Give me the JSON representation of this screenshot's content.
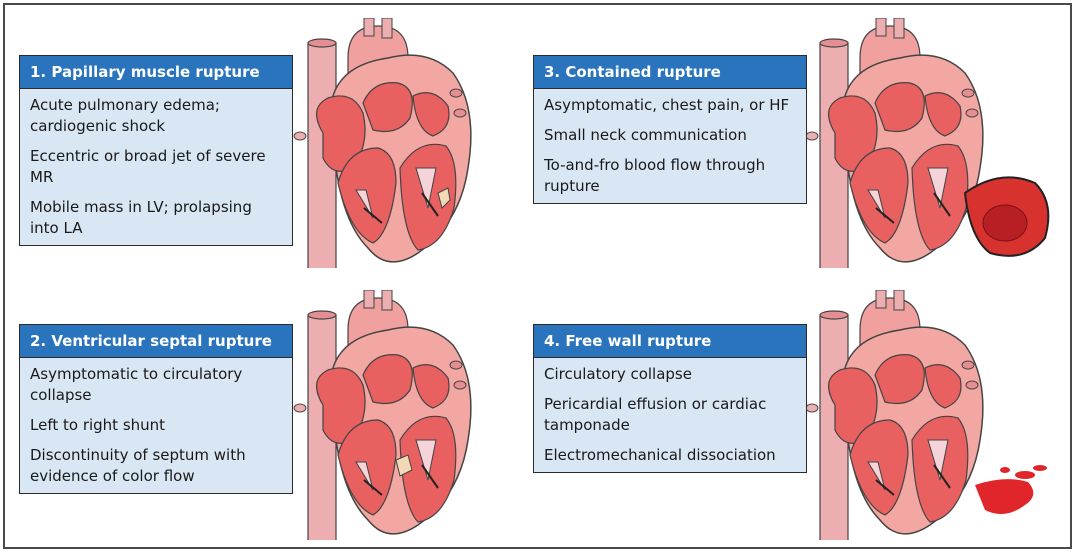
{
  "colors": {
    "header": "#2a74bd",
    "card_bg": "#d9e6f3",
    "heart_outer": "#f2a7a3",
    "heart_inner": "#e8605f",
    "vessel": "#ecaeb0",
    "blood": "#e0262b"
  },
  "panels": [
    {
      "title": "1. Papillary muscle rupture",
      "items": [
        "Acute pulmonary edema; cardiogenic shock",
        "Eccentric or broad jet of severe MR",
        "Mobile mass in LV; prolapsing into LA"
      ],
      "icon": "heart-papillary-rupture-icon"
    },
    {
      "title": "3. Contained rupture",
      "items": [
        "Asymptomatic, chest pain, or HF",
        "Small neck communication",
        "To-and-fro blood flow through rupture"
      ],
      "icon": "heart-contained-rupture-icon"
    },
    {
      "title": "2. Ventricular septal rupture",
      "items": [
        "Asymptomatic to circulatory collapse",
        "Left to right shunt",
        "Discontinuity of septum with evidence of color flow"
      ],
      "icon": "heart-septal-rupture-icon"
    },
    {
      "title": "4. Free wall rupture",
      "items": [
        "Circulatory collapse",
        "Pericardial effusion or cardiac tamponade",
        "Electromechanical dissociation"
      ],
      "icon": "heart-free-wall-rupture-icon"
    }
  ]
}
